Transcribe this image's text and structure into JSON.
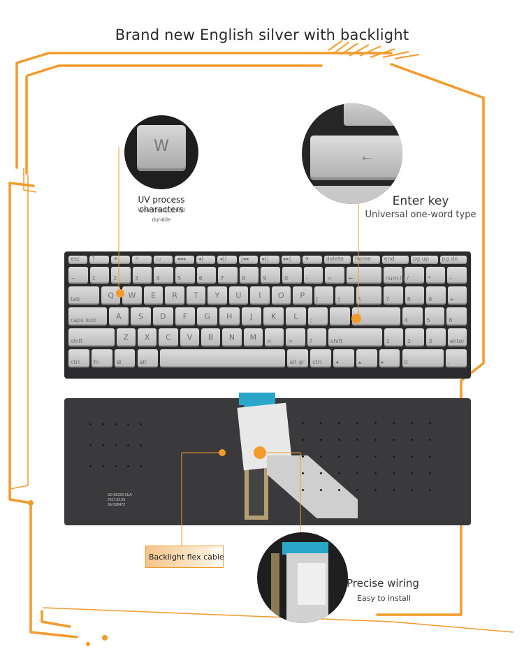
{
  "title": "Brand new English silver with backlight",
  "colors": {
    "accent": "#f39a2b",
    "keyboard_frame": "#2b2b2d",
    "key_face": "#c9c9c9",
    "underside": "#3a3a3c",
    "flex_blue": "#2aa6c9"
  },
  "callouts": {
    "uv": {
      "title": "UV process characters",
      "line1": "Wear-resistant and",
      "line2": "durable",
      "key_letter": "W"
    },
    "enter": {
      "title": "Enter key",
      "subtitle": "Universal one-word type",
      "key_symbol": "←"
    },
    "flex": {
      "title": "Backlight flex cable"
    },
    "wiring": {
      "title": "Precise wiring",
      "subtitle": "Easy to install"
    }
  },
  "keyboard": {
    "row0": [
      "esc",
      "?",
      "☀",
      "☼",
      "▭",
      "◂◂◂",
      "◂)",
      "◂))",
      "|◂◂",
      "▸||",
      "▸▸|",
      "✈",
      "delete",
      "home",
      "end",
      "pg up",
      "pg dn"
    ],
    "row1": [
      "~",
      "1",
      "2",
      "3",
      "4",
      "5",
      "6",
      "7",
      "8",
      "9",
      "0",
      "-",
      "=",
      "←",
      "num lk",
      "/",
      "*",
      "-"
    ],
    "row2": [
      "tab",
      "Q",
      "W",
      "E",
      "R",
      "T",
      "Y",
      "U",
      "I",
      "O",
      "P",
      "[",
      "]",
      "\\",
      "7",
      "8",
      "9",
      "+"
    ],
    "row3": [
      "caps lock",
      "A",
      "S",
      "D",
      "F",
      "G",
      "H",
      "J",
      "K",
      "L",
      ";",
      "'",
      "←",
      "4",
      "5",
      "6"
    ],
    "row4": [
      "shift",
      "Z",
      "X",
      "C",
      "V",
      "B",
      "N",
      "M",
      "<",
      ">",
      "?",
      "shift",
      "1",
      "2",
      "3",
      "enter"
    ],
    "row5": [
      "ctrl",
      "fn",
      "⊞",
      "alt",
      "",
      "alt gr",
      "ctrl",
      "◂",
      "▴",
      "▸",
      "0",
      "."
    ]
  },
  "label_print": {
    "line1": "SG-85220-XUA",
    "line2": "2017.02.09",
    "line3": "SN 928472"
  }
}
